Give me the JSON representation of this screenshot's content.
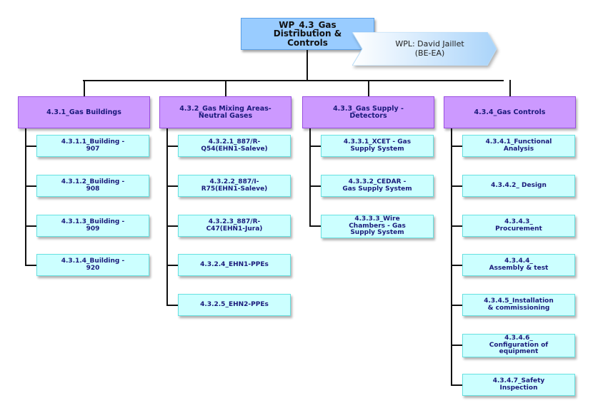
{
  "root": {
    "title": "WP_4.3_Gas Distribution & Controls",
    "title_lines": [
      "WP_4.3_Gas",
      "Distribution &",
      "Controls"
    ],
    "color": "#99ccff"
  },
  "leader": {
    "lines": [
      "WPL: David Jaillet",
      "(BE-EA)"
    ]
  },
  "colors": {
    "level2_fill": "#cc99ff",
    "level3_fill": "#ccffff",
    "connector": "#111111",
    "text": "#1a1a7a"
  },
  "branches": [
    {
      "lines": [
        "4.3.1_Gas Buildings"
      ],
      "children": [
        {
          "lines": [
            "4.3.1.1_Building -",
            "907"
          ]
        },
        {
          "lines": [
            "4.3.1.2_Building -",
            "908"
          ]
        },
        {
          "lines": [
            "4.3.1.3_Building -",
            "909"
          ]
        },
        {
          "lines": [
            "4.3.1.4_Building -",
            "920"
          ]
        }
      ]
    },
    {
      "lines": [
        "4.3.2_Gas Mixing Areas-",
        "Neutral Gases"
      ],
      "children": [
        {
          "lines": [
            "4.3.2.1_887/R-",
            "Q54(EHN1-Saleve)"
          ]
        },
        {
          "lines": [
            "4.3.2.2_887/I-",
            "R75(EHN1-Saleve)"
          ]
        },
        {
          "lines": [
            "4.3.2.3_887/R-",
            "C47(EHN1-Jura)"
          ]
        },
        {
          "lines": [
            "4.3.2.4_EHN1-PPEs"
          ]
        },
        {
          "lines": [
            "4.3.2.5_EHN2-PPEs"
          ]
        }
      ]
    },
    {
      "lines": [
        "4.3.3_Gas Supply -",
        "Detectors"
      ],
      "children": [
        {
          "lines": [
            "4.3.3.1_XCET - Gas",
            "Supply System"
          ]
        },
        {
          "lines": [
            "4.3.3.2_CEDAR -",
            "Gas Supply System"
          ]
        },
        {
          "lines": [
            "4.3.3.3_Wire",
            "Chambers - Gas",
            "Supply System"
          ]
        }
      ]
    },
    {
      "lines": [
        "4.3.4_Gas Controls"
      ],
      "children": [
        {
          "lines": [
            "4.3.4.1_Functional",
            "Analysis"
          ]
        },
        {
          "lines": [
            "4.3.4.2_ Design"
          ]
        },
        {
          "lines": [
            "4.3.4.3_",
            "Procurement"
          ]
        },
        {
          "lines": [
            "4.3.4.4_",
            "Assembly & test"
          ]
        },
        {
          "lines": [
            "4.3.4.5_Installation",
            "& commissioning"
          ]
        },
        {
          "lines": [
            "4.3.4.6_",
            "Configuration of",
            "equipment"
          ]
        },
        {
          "lines": [
            "4.3.4.7_Safety",
            "Inspection"
          ]
        }
      ]
    }
  ]
}
